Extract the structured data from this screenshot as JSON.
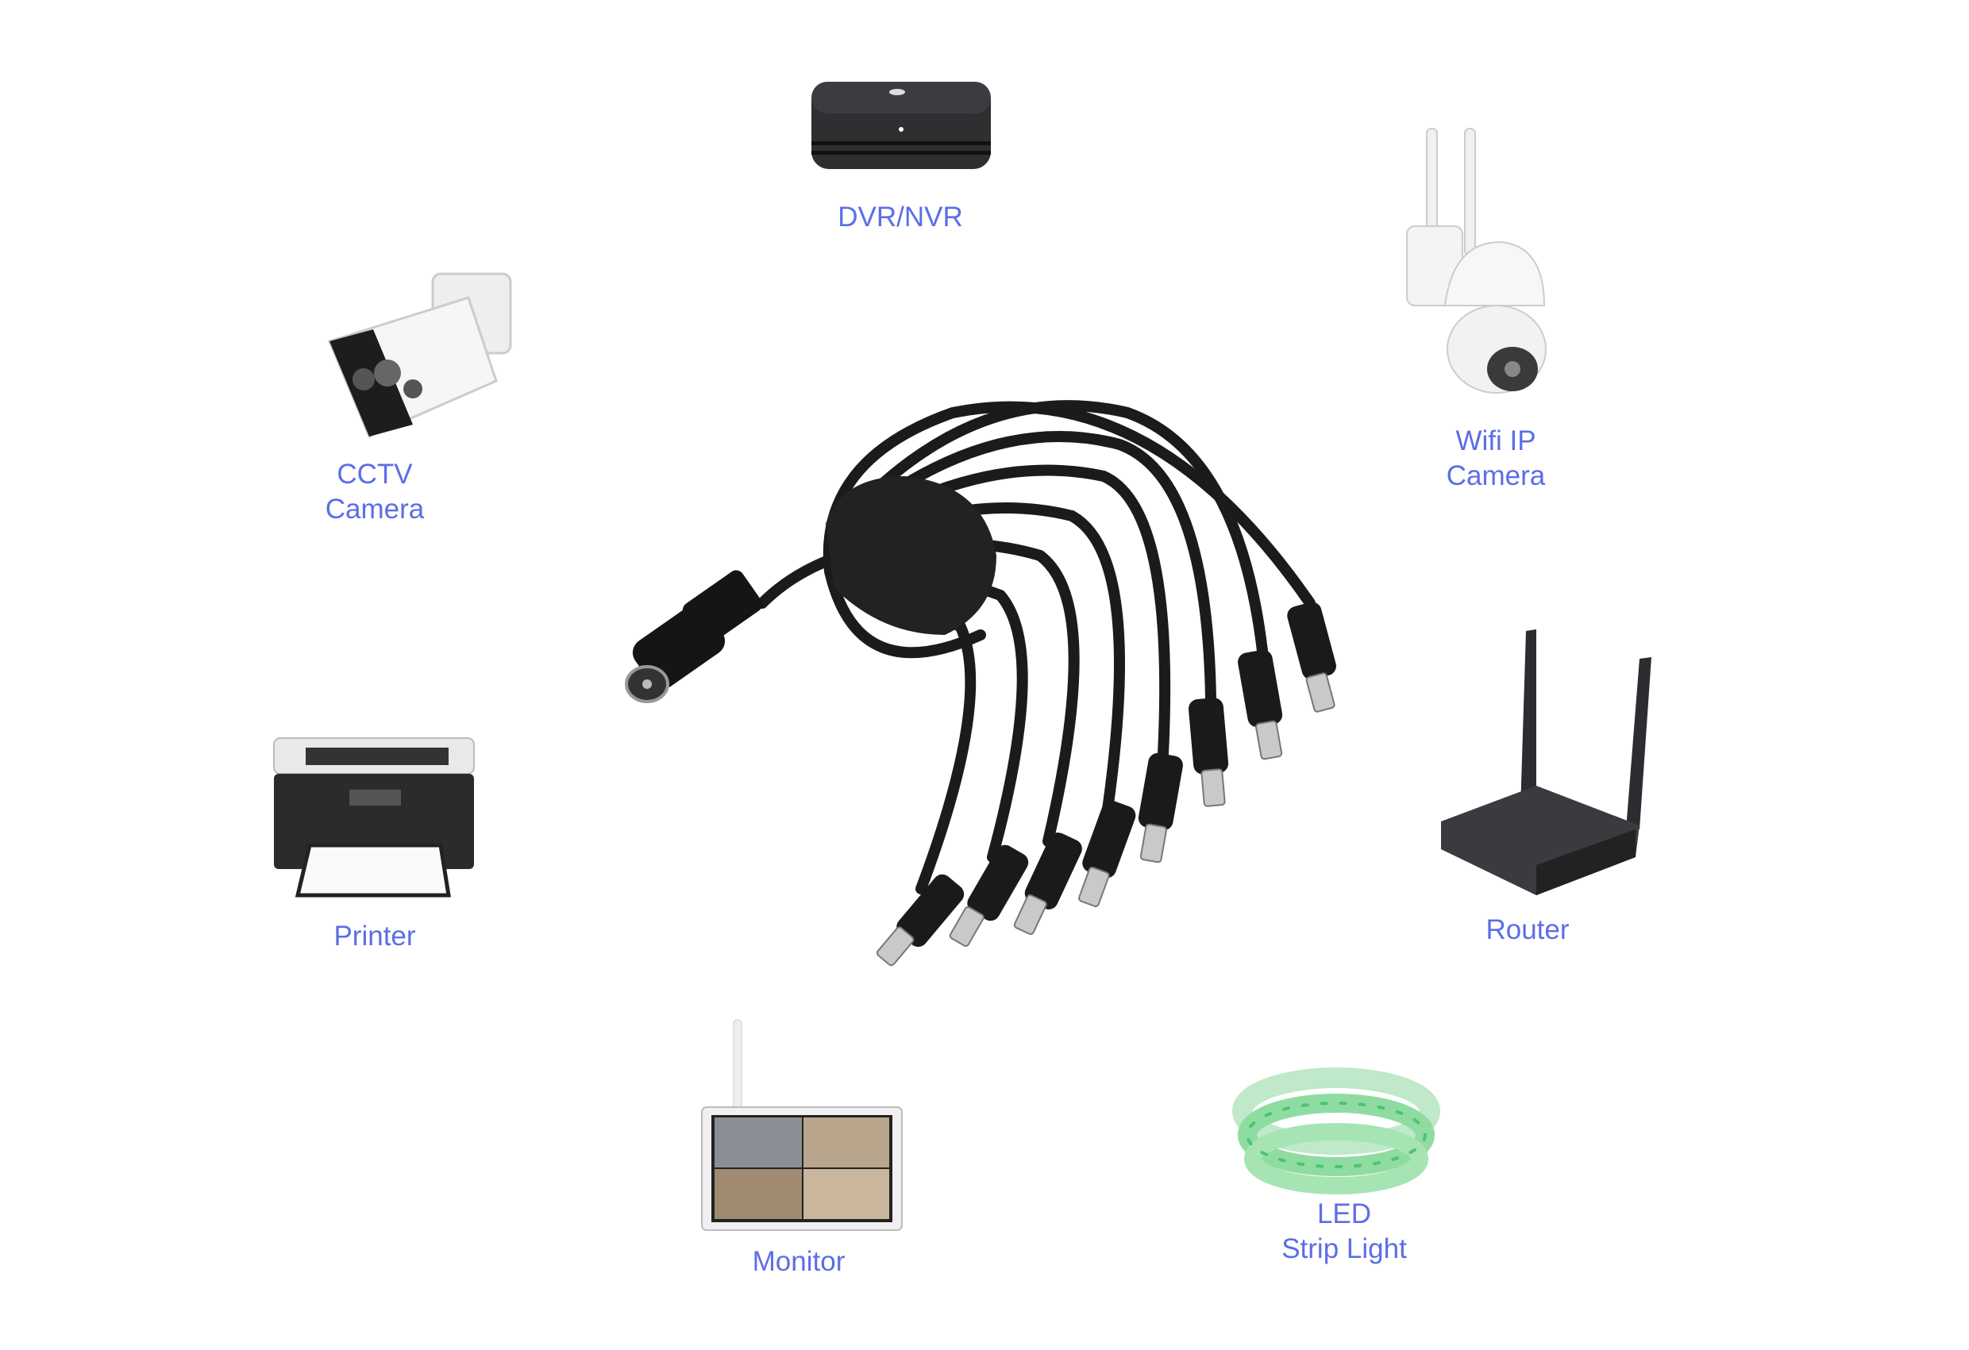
{
  "label_color": "#5b6ee6",
  "product": {
    "icon": "8-way-dc-power-splitter-cable"
  },
  "devices": [
    {
      "id": "dvr",
      "lines": [
        "DVR/NVR"
      ],
      "icon": "dvr-box-icon"
    },
    {
      "id": "wifi",
      "lines": [
        "Wifi IP",
        "Camera"
      ],
      "icon": "wifi-ip-camera-icon"
    },
    {
      "id": "cctv",
      "lines": [
        "CCTV",
        "Camera"
      ],
      "icon": "cctv-camera-icon"
    },
    {
      "id": "printer",
      "lines": [
        "Printer"
      ],
      "icon": "printer-icon"
    },
    {
      "id": "router",
      "lines": [
        "Router"
      ],
      "icon": "router-icon"
    },
    {
      "id": "monitor",
      "lines": [
        "Monitor"
      ],
      "icon": "monitor-icon"
    },
    {
      "id": "led",
      "lines": [
        "LED",
        "Strip Light"
      ],
      "icon": "led-strip-icon"
    }
  ]
}
